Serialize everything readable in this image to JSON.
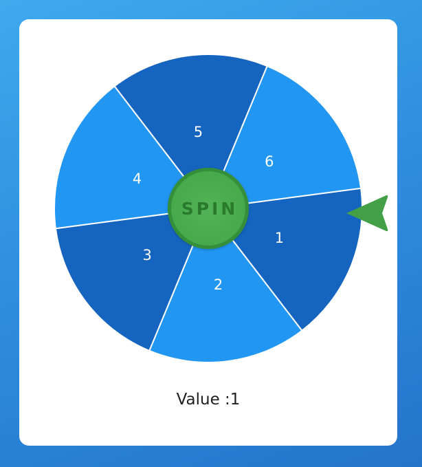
{
  "wheel": {
    "spin_label": "SPIN",
    "segments": [
      {
        "label": "1",
        "color": "#1565c0"
      },
      {
        "label": "2",
        "color": "#2196f3"
      },
      {
        "label": "3",
        "color": "#1565c0"
      },
      {
        "label": "4",
        "color": "#2196f3"
      },
      {
        "label": "5",
        "color": "#1565c0"
      },
      {
        "label": "6",
        "color": "#2196f3"
      }
    ],
    "divider_color": "#ffffff"
  },
  "pointer": {
    "color": "#43a047",
    "icon": "arrow-pointer-icon"
  },
  "spin_button": {
    "color": "#4caf50"
  },
  "result": {
    "label": "Value : ",
    "value": "1"
  },
  "colors": {
    "background": "#2f8fe0",
    "card": "#ffffff"
  }
}
